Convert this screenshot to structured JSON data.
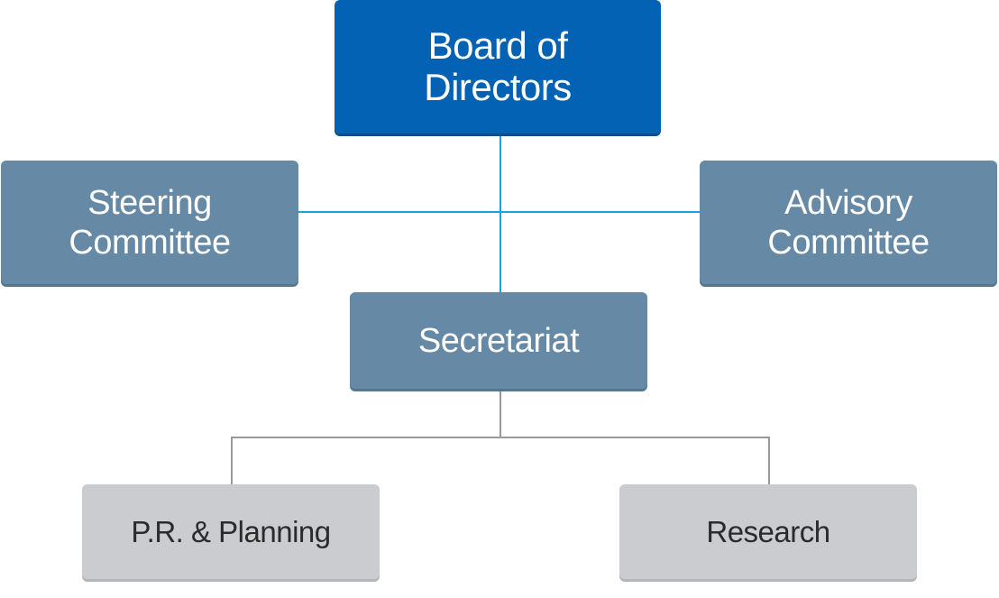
{
  "diagram": {
    "nodes": [
      {
        "id": "board",
        "label": "Board of\nDirectors"
      },
      {
        "id": "steering",
        "label": "Steering\nCommittee"
      },
      {
        "id": "advisory",
        "label": "Advisory\nCommittee"
      },
      {
        "id": "secretariat",
        "label": "Secretariat"
      },
      {
        "id": "pr",
        "label": "P.R. & Planning"
      },
      {
        "id": "research",
        "label": "Research"
      }
    ],
    "edges": [
      {
        "from": "board",
        "to": "secretariat"
      },
      {
        "from": "board",
        "to": "steering"
      },
      {
        "from": "board",
        "to": "advisory"
      },
      {
        "from": "secretariat",
        "to": "pr"
      },
      {
        "from": "secretariat",
        "to": "research"
      }
    ],
    "colors": {
      "primary": "#0362b3",
      "secondary": "#6689a6",
      "tertiary": "#cbccd0",
      "connector_primary": "#1aa3dc",
      "connector_secondary": "#9a9a9a"
    }
  }
}
